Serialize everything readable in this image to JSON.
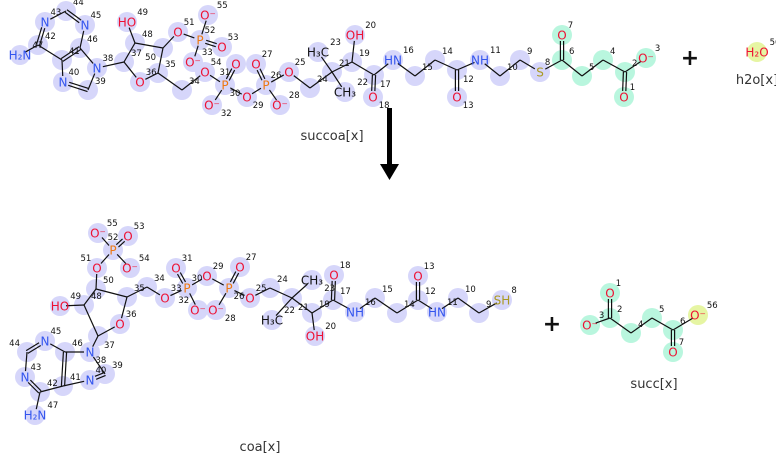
{
  "colors": {
    "highlight_main": "#d6d6fa",
    "highlight_changed": "#b9f6de",
    "highlight_water": "#e6f5a3",
    "N": "#3355ee",
    "O": "#ee1133",
    "P": "#ee7711",
    "S": "#aa9922",
    "C": "#111111"
  },
  "operators": {
    "plus": "+",
    "reaction_arrow": "reaction-arrow"
  },
  "molecules": {
    "succoa": {
      "name": "succoa[x]",
      "atoms": [
        {
          "n": "1",
          "s": "O",
          "e": "O",
          "h": "changed"
        },
        {
          "n": "2",
          "s": "",
          "e": "C",
          "h": "changed"
        },
        {
          "n": "3",
          "s": "O⁻",
          "e": "O",
          "h": "changed"
        },
        {
          "n": "4",
          "s": "",
          "e": "C",
          "h": "changed"
        },
        {
          "n": "5",
          "s": "",
          "e": "C",
          "h": "changed"
        },
        {
          "n": "6",
          "s": "",
          "e": "C",
          "h": "changed"
        },
        {
          "n": "7",
          "s": "O",
          "e": "O",
          "h": "changed"
        },
        {
          "n": "8",
          "s": "S",
          "e": "S",
          "h": "main"
        },
        {
          "n": "9",
          "s": "",
          "e": "C",
          "h": "main"
        },
        {
          "n": "10",
          "s": "",
          "e": "C",
          "h": "main"
        },
        {
          "n": "11",
          "s": "NH",
          "e": "N",
          "h": "main"
        },
        {
          "n": "12",
          "s": "",
          "e": "C",
          "h": "main"
        },
        {
          "n": "13",
          "s": "O",
          "e": "O",
          "h": "main"
        },
        {
          "n": "14",
          "s": "",
          "e": "C",
          "h": "main"
        },
        {
          "n": "15",
          "s": "",
          "e": "C",
          "h": "main"
        },
        {
          "n": "16",
          "s": "HN",
          "e": "N",
          "h": "main"
        },
        {
          "n": "17",
          "s": "",
          "e": "C",
          "h": "main"
        },
        {
          "n": "18",
          "s": "O",
          "e": "O",
          "h": "main"
        },
        {
          "n": "19",
          "s": "",
          "e": "C",
          "h": "main"
        },
        {
          "n": "20",
          "s": "OH",
          "e": "O",
          "h": "main"
        },
        {
          "n": "21",
          "s": "",
          "e": "C",
          "h": "main"
        },
        {
          "n": "22",
          "s": "CH₃",
          "e": "C",
          "h": "main"
        },
        {
          "n": "23",
          "s": "H₃C",
          "e": "C",
          "h": "main"
        },
        {
          "n": "24",
          "s": "",
          "e": "C",
          "h": "main"
        },
        {
          "n": "25",
          "s": "O",
          "e": "O",
          "h": "main"
        },
        {
          "n": "26",
          "s": "P",
          "e": "P",
          "h": "main"
        },
        {
          "n": "27",
          "s": "O",
          "e": "O",
          "h": "main"
        },
        {
          "n": "28",
          "s": "O⁻",
          "e": "O",
          "h": "main"
        },
        {
          "n": "29",
          "s": "O",
          "e": "O",
          "h": "main"
        },
        {
          "n": "30",
          "s": "P",
          "e": "P",
          "h": "main"
        },
        {
          "n": "31",
          "s": "O",
          "e": "O",
          "h": "main"
        },
        {
          "n": "32",
          "s": "O⁻",
          "e": "O",
          "h": "main"
        },
        {
          "n": "33",
          "s": "O⁻",
          "e": "O",
          "h": "main"
        },
        {
          "n": "34",
          "s": "",
          "e": "C",
          "h": "main"
        },
        {
          "n": "35",
          "s": "",
          "e": "C",
          "h": "main"
        },
        {
          "n": "36",
          "s": "O",
          "e": "O",
          "h": "main"
        },
        {
          "n": "37",
          "s": "",
          "e": "C",
          "h": "main"
        },
        {
          "n": "38",
          "s": "N",
          "e": "N",
          "h": "main"
        },
        {
          "n": "39",
          "s": "",
          "e": "C",
          "h": "main"
        },
        {
          "n": "40",
          "s": "N",
          "e": "N",
          "h": "main"
        },
        {
          "n": "41",
          "s": "",
          "e": "C",
          "h": "main"
        },
        {
          "n": "42",
          "s": "",
          "e": "C",
          "h": "main"
        },
        {
          "n": "43",
          "s": "N",
          "e": "N",
          "h": "main"
        },
        {
          "n": "44",
          "s": "",
          "e": "C",
          "h": "main"
        },
        {
          "n": "45",
          "s": "N",
          "e": "N",
          "h": "main"
        },
        {
          "n": "46",
          "s": "",
          "e": "C",
          "h": "main"
        },
        {
          "n": "47",
          "s": "H₂N",
          "e": "N",
          "h": "main"
        },
        {
          "n": "48",
          "s": "",
          "e": "C",
          "h": "main"
        },
        {
          "n": "49",
          "s": "HO",
          "e": "O",
          "h": "main"
        },
        {
          "n": "50",
          "s": "",
          "e": "C",
          "h": "main"
        },
        {
          "n": "51",
          "s": "O",
          "e": "O",
          "h": "main"
        },
        {
          "n": "52",
          "s": "P",
          "e": "P",
          "h": "main"
        },
        {
          "n": "53",
          "s": "O",
          "e": "O",
          "h": "main"
        },
        {
          "n": "54",
          "s": "O",
          "e": "O",
          "h": "main"
        },
        {
          "n": "55",
          "s": "O⁻",
          "e": "O",
          "h": "main"
        }
      ],
      "bonds": [
        [
          "1",
          "2",
          2
        ],
        [
          "2",
          "3",
          1
        ],
        [
          "2",
          "4",
          1
        ],
        [
          "4",
          "5",
          1
        ],
        [
          "5",
          "6",
          1
        ],
        [
          "6",
          "7",
          2
        ],
        [
          "6",
          "8",
          1
        ],
        [
          "8",
          "9",
          1
        ],
        [
          "9",
          "10",
          1
        ],
        [
          "10",
          "11",
          1
        ],
        [
          "11",
          "12",
          1
        ],
        [
          "12",
          "13",
          2
        ],
        [
          "12",
          "14",
          1
        ],
        [
          "14",
          "15",
          1
        ],
        [
          "15",
          "16",
          1
        ],
        [
          "16",
          "17",
          1
        ],
        [
          "17",
          "18",
          2
        ],
        [
          "17",
          "19",
          1
        ],
        [
          "19",
          "20",
          1
        ],
        [
          "19",
          "21",
          1
        ],
        [
          "21",
          "22",
          1
        ],
        [
          "21",
          "23",
          1
        ],
        [
          "21",
          "24",
          1
        ],
        [
          "24",
          "25",
          1
        ],
        [
          "25",
          "26",
          1
        ],
        [
          "26",
          "27",
          2
        ],
        [
          "26",
          "28",
          1
        ],
        [
          "26",
          "29",
          1
        ],
        [
          "29",
          "30",
          1
        ],
        [
          "30",
          "31",
          2
        ],
        [
          "30",
          "32",
          1
        ],
        [
          "30",
          "54",
          1
        ],
        [
          "54",
          "34",
          1
        ],
        [
          "34",
          "35",
          1
        ],
        [
          "35",
          "36",
          1
        ],
        [
          "35",
          "50",
          1
        ],
        [
          "36",
          "37",
          1
        ],
        [
          "37",
          "48",
          1
        ],
        [
          "48",
          "50",
          1
        ],
        [
          "48",
          "49",
          1
        ],
        [
          "50",
          "51",
          1
        ],
        [
          "51",
          "52",
          1
        ],
        [
          "52",
          "53",
          2
        ],
        [
          "52",
          "55",
          1
        ],
        [
          "52",
          "33",
          1
        ],
        [
          "37",
          "38",
          1
        ],
        [
          "38",
          "39",
          1
        ],
        [
          "39",
          "40",
          2
        ],
        [
          "40",
          "41",
          1
        ],
        [
          "41",
          "46",
          2
        ],
        [
          "46",
          "38",
          1
        ],
        [
          "41",
          "42",
          1
        ],
        [
          "42",
          "43",
          2
        ],
        [
          "43",
          "44",
          1
        ],
        [
          "44",
          "45",
          2
        ],
        [
          "45",
          "46",
          1
        ],
        [
          "42",
          "47",
          1
        ]
      ]
    },
    "h2o": {
      "name": "h2o[x]",
      "atoms": [
        {
          "n": "56",
          "s": "H₂O",
          "e": "O",
          "h": "water"
        }
      ],
      "bonds": []
    },
    "coa": {
      "name": "coa[x]",
      "atoms": [
        {
          "n": "8",
          "s": "SH",
          "e": "S",
          "h": "main"
        },
        {
          "n": "9",
          "s": "",
          "e": "C",
          "h": "main"
        },
        {
          "n": "10",
          "s": "",
          "e": "C",
          "h": "main"
        },
        {
          "n": "11",
          "s": "HN",
          "e": "N",
          "h": "main"
        },
        {
          "n": "12",
          "s": "",
          "e": "C",
          "h": "main"
        },
        {
          "n": "13",
          "s": "O",
          "e": "O",
          "h": "main"
        },
        {
          "n": "14",
          "s": "",
          "e": "C",
          "h": "main"
        },
        {
          "n": "15",
          "s": "",
          "e": "C",
          "h": "main"
        },
        {
          "n": "16",
          "s": "NH",
          "e": "N",
          "h": "main"
        },
        {
          "n": "17",
          "s": "",
          "e": "C",
          "h": "main"
        },
        {
          "n": "18",
          "s": "O",
          "e": "O",
          "h": "main"
        },
        {
          "n": "19",
          "s": "",
          "e": "C",
          "h": "main"
        },
        {
          "n": "20",
          "s": "OH",
          "e": "O",
          "h": "main"
        },
        {
          "n": "21",
          "s": "",
          "e": "C",
          "h": "main"
        },
        {
          "n": "22",
          "s": "H₃C",
          "e": "C",
          "h": "main"
        },
        {
          "n": "23",
          "s": "CH₃",
          "e": "C",
          "h": "main"
        },
        {
          "n": "24",
          "s": "",
          "e": "C",
          "h": "main"
        },
        {
          "n": "25",
          "s": "O",
          "e": "O",
          "h": "main"
        },
        {
          "n": "26",
          "s": "P",
          "e": "P",
          "h": "main"
        },
        {
          "n": "27",
          "s": "O",
          "e": "O",
          "h": "main"
        },
        {
          "n": "28",
          "s": "O⁻",
          "e": "O",
          "h": "main"
        },
        {
          "n": "29",
          "s": "O",
          "e": "O",
          "h": "main"
        },
        {
          "n": "30",
          "s": "P",
          "e": "P",
          "h": "main"
        },
        {
          "n": "31",
          "s": "O",
          "e": "O",
          "h": "main"
        },
        {
          "n": "32",
          "s": "O⁻",
          "e": "O",
          "h": "main"
        },
        {
          "n": "33",
          "s": "O",
          "e": "O",
          "h": "main"
        },
        {
          "n": "34",
          "s": "",
          "e": "C",
          "h": "main"
        },
        {
          "n": "35",
          "s": "",
          "e": "C",
          "h": "main"
        },
        {
          "n": "36",
          "s": "O",
          "e": "O",
          "h": "main"
        },
        {
          "n": "37",
          "s": "",
          "e": "C",
          "h": "main"
        },
        {
          "n": "38",
          "s": "N",
          "e": "N",
          "h": "main"
        },
        {
          "n": "39",
          "s": "",
          "e": "C",
          "h": "main"
        },
        {
          "n": "40",
          "s": "N",
          "e": "N",
          "h": "main"
        },
        {
          "n": "41",
          "s": "",
          "e": "C",
          "h": "main"
        },
        {
          "n": "42",
          "s": "",
          "e": "C",
          "h": "main"
        },
        {
          "n": "43",
          "s": "N",
          "e": "N",
          "h": "main"
        },
        {
          "n": "44",
          "s": "",
          "e": "C",
          "h": "main"
        },
        {
          "n": "45",
          "s": "N",
          "e": "N",
          "h": "main"
        },
        {
          "n": "46",
          "s": "",
          "e": "C",
          "h": "main"
        },
        {
          "n": "47",
          "s": "H₂N",
          "e": "N",
          "h": "main"
        },
        {
          "n": "48",
          "s": "",
          "e": "C",
          "h": "main"
        },
        {
          "n": "49",
          "s": "HO",
          "e": "O",
          "h": "main"
        },
        {
          "n": "50",
          "s": "",
          "e": "C",
          "h": "main"
        },
        {
          "n": "51",
          "s": "O",
          "e": "O",
          "h": "main"
        },
        {
          "n": "52",
          "s": "P",
          "e": "P",
          "h": "main"
        },
        {
          "n": "53",
          "s": "O",
          "e": "O",
          "h": "main"
        },
        {
          "n": "54",
          "s": "O⁻",
          "e": "O",
          "h": "main"
        },
        {
          "n": "55",
          "s": "O⁻",
          "e": "O",
          "h": "main"
        }
      ],
      "bonds": [
        [
          "8",
          "9",
          1
        ],
        [
          "9",
          "10",
          1
        ],
        [
          "10",
          "11",
          1
        ],
        [
          "11",
          "12",
          1
        ],
        [
          "12",
          "13",
          2
        ],
        [
          "12",
          "14",
          1
        ],
        [
          "14",
          "15",
          1
        ],
        [
          "15",
          "16",
          1
        ],
        [
          "16",
          "17",
          1
        ],
        [
          "17",
          "18",
          2
        ],
        [
          "17",
          "19",
          1
        ],
        [
          "19",
          "20",
          1
        ],
        [
          "19",
          "21",
          1
        ],
        [
          "21",
          "22",
          1
        ],
        [
          "21",
          "23",
          1
        ],
        [
          "21",
          "24",
          1
        ],
        [
          "24",
          "25",
          1
        ],
        [
          "25",
          "26",
          1
        ],
        [
          "26",
          "27",
          2
        ],
        [
          "26",
          "28",
          1
        ],
        [
          "26",
          "29",
          1
        ],
        [
          "29",
          "30",
          1
        ],
        [
          "30",
          "31",
          2
        ],
        [
          "30",
          "32",
          1
        ],
        [
          "30",
          "33",
          1
        ],
        [
          "33",
          "34",
          1
        ],
        [
          "34",
          "35",
          1
        ],
        [
          "35",
          "36",
          1
        ],
        [
          "35",
          "50",
          1
        ],
        [
          "36",
          "37",
          1
        ],
        [
          "37",
          "48",
          1
        ],
        [
          "48",
          "50",
          1
        ],
        [
          "48",
          "49",
          1
        ],
        [
          "50",
          "51",
          1
        ],
        [
          "51",
          "52",
          1
        ],
        [
          "52",
          "53",
          2
        ],
        [
          "52",
          "55",
          1
        ],
        [
          "52",
          "54",
          1
        ],
        [
          "37",
          "38",
          1
        ],
        [
          "38",
          "39",
          1
        ],
        [
          "39",
          "40",
          2
        ],
        [
          "40",
          "41",
          1
        ],
        [
          "41",
          "46",
          2
        ],
        [
          "46",
          "38",
          1
        ],
        [
          "41",
          "42",
          1
        ],
        [
          "42",
          "43",
          2
        ],
        [
          "43",
          "44",
          1
        ],
        [
          "44",
          "45",
          2
        ],
        [
          "45",
          "46",
          1
        ],
        [
          "42",
          "47",
          1
        ]
      ]
    },
    "succ": {
      "name": "succ[x]",
      "atoms": [
        {
          "n": "1",
          "s": "O",
          "e": "O",
          "h": "changed"
        },
        {
          "n": "2",
          "s": "",
          "e": "C",
          "h": "changed"
        },
        {
          "n": "3",
          "s": "O⁻",
          "e": "O",
          "h": "changed"
        },
        {
          "n": "4",
          "s": "",
          "e": "C",
          "h": "changed"
        },
        {
          "n": "5",
          "s": "",
          "e": "C",
          "h": "changed"
        },
        {
          "n": "6",
          "s": "",
          "e": "C",
          "h": "changed"
        },
        {
          "n": "7",
          "s": "O",
          "e": "O",
          "h": "changed"
        },
        {
          "n": "56",
          "s": "O⁻",
          "e": "O",
          "h": "water"
        }
      ],
      "bonds": [
        [
          "1",
          "2",
          2
        ],
        [
          "2",
          "3",
          1
        ],
        [
          "2",
          "4",
          1
        ],
        [
          "4",
          "5",
          1
        ],
        [
          "5",
          "6",
          1
        ],
        [
          "6",
          "7",
          2
        ],
        [
          "6",
          "56",
          1
        ]
      ]
    }
  }
}
